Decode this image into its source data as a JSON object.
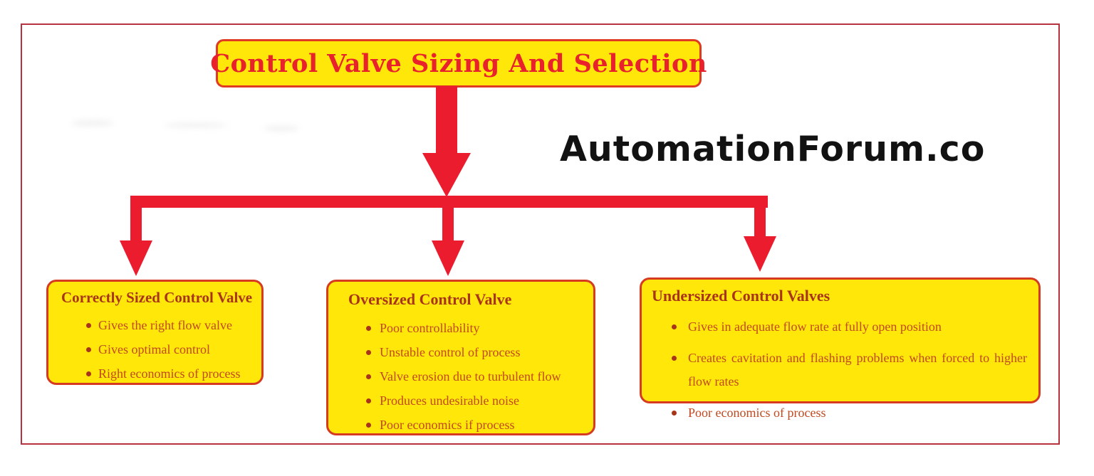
{
  "diagram": {
    "title": "Control Valve Sizing And Selection",
    "brand": "AutomationForum.co",
    "colors": {
      "arrow_red": "#ea1c2d",
      "title_text_red": "#e8212c",
      "box_fill_yellow": "#ffe70a",
      "box_border_red": "#d63b22",
      "heading_dark_red": "#a83419",
      "bullet_text_orange_red": "#c2481f",
      "outer_frame_red": "#b5323e",
      "brand_black": "#121212"
    },
    "boxes": [
      {
        "heading": "Correctly Sized Control Valve",
        "items": [
          "Gives the right flow valve",
          "Gives optimal control",
          "Right economics of process"
        ]
      },
      {
        "heading": "Oversized Control Valve",
        "items": [
          "Poor controllability",
          "Unstable control of process",
          "Valve erosion due to turbulent flow",
          "Produces undesirable noise",
          "Poor economics if process"
        ]
      },
      {
        "heading": "Undersized Control Valves",
        "items": [
          "Gives in adequate flow rate at fully open position",
          "Creates cavitation and flashing problems when forced to higher flow rates",
          "Poor economics of process"
        ]
      }
    ]
  }
}
